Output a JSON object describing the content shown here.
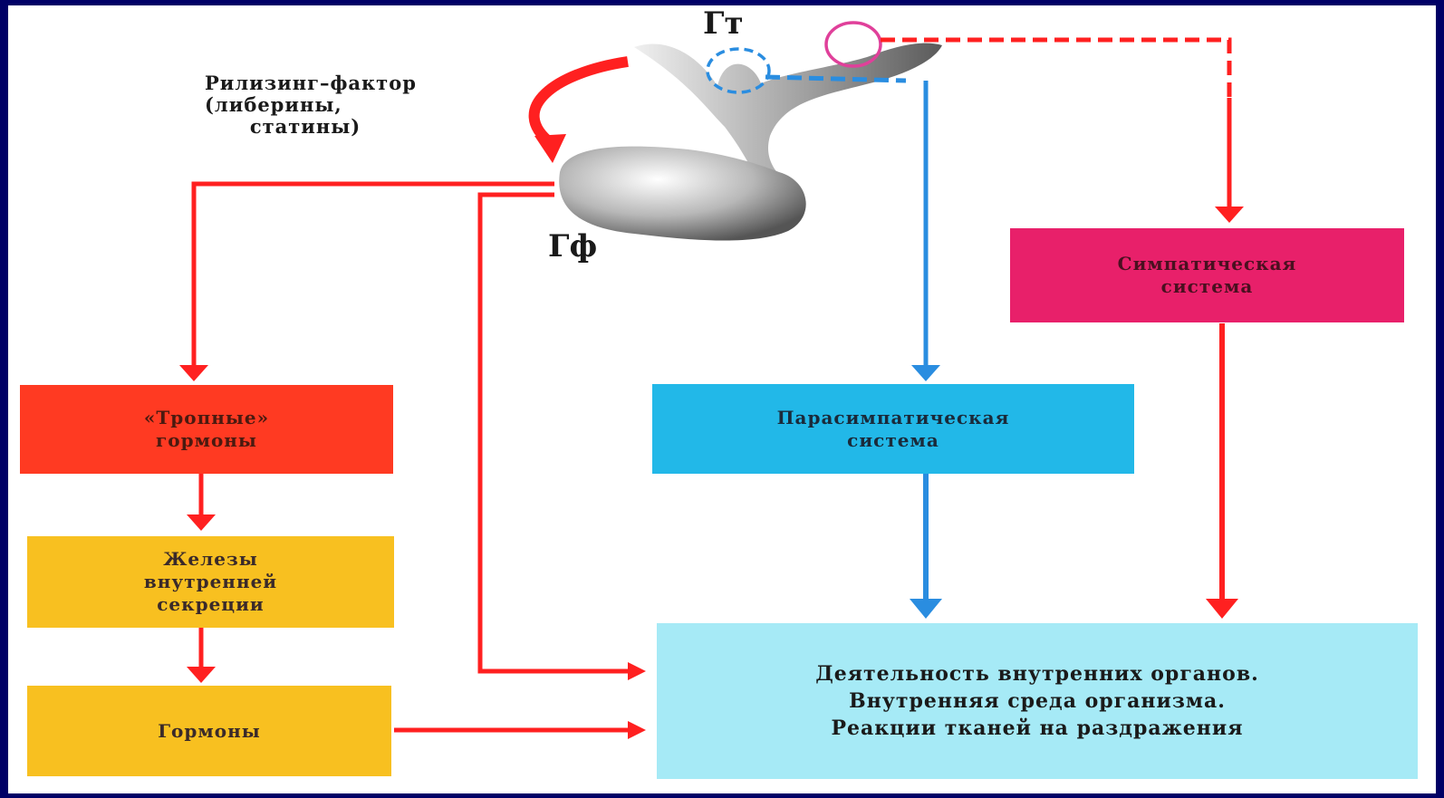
{
  "labels": {
    "gt": "Гт",
    "gf": "Гф",
    "releasing": "Рилизинг–фактор\n(либерины,\n      статины)"
  },
  "boxes": {
    "tropic": "«Тропные»\nгормоны",
    "glands": "Железы\nвнутренней\nсекреции",
    "hormones": "Гормоны",
    "sympathetic": "Симпатическая\nсистема",
    "parasympathetic": "Парасимпатическая\nсистема",
    "organs": "Деятельность внутренних органов.\nВнутренняя среда организма.\nРеакции тканей на раздражения"
  },
  "colors": {
    "frame": "#000066",
    "red_arrow": "#ff2020",
    "blue_arrow": "#2a8de0",
    "pink_circle": "#e0409a",
    "tropic_box": "#ff3a22",
    "gland_box": "#f8c020",
    "sympathetic_box": "#e8206a",
    "parasympathetic_box": "#22b8e8",
    "organs_box": "#a6eaf6",
    "pituitary": "#8a8a8a"
  }
}
